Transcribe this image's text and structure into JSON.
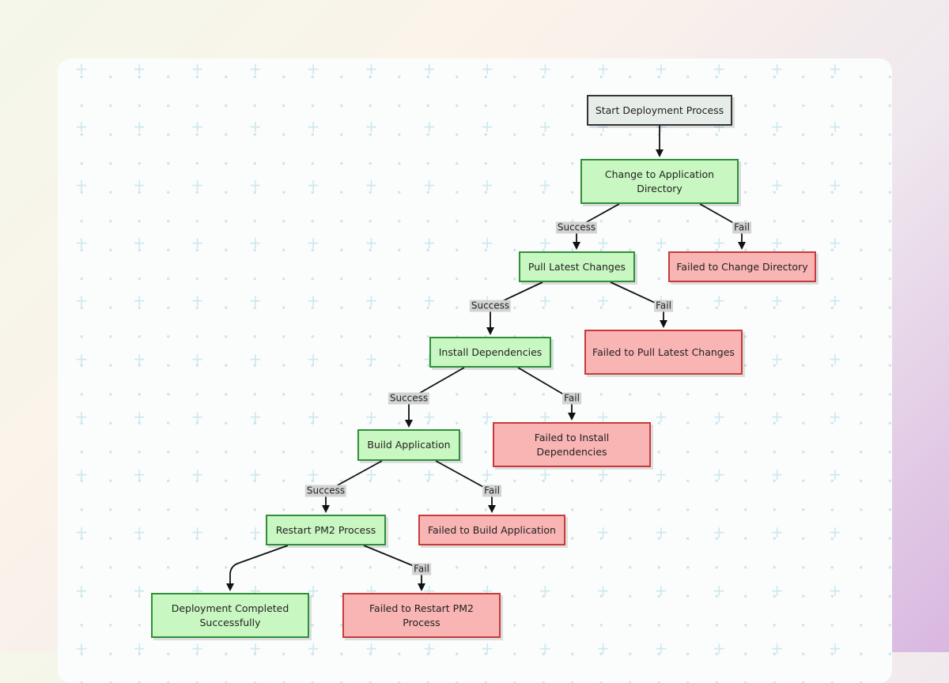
{
  "nodes": {
    "start": "Start Deployment Process",
    "change_dir": "Change to Application Directory",
    "pull": "Pull Latest Changes",
    "install": "Install Dependencies",
    "build": "Build Application",
    "restart": "Restart PM2 Process",
    "completed": "Deployment Completed Successfully",
    "fail_change_dir": "Failed to Change Directory",
    "fail_pull": "Failed to Pull Latest Changes",
    "fail_install": "Failed to Install Dependencies",
    "fail_build": "Failed to Build Application",
    "fail_restart": "Failed to Restart PM2 Process"
  },
  "edge_labels": {
    "success": "Success",
    "fail": "Fail"
  },
  "colors": {
    "start_fill": "#e6ece8",
    "success_fill": "#c9f7c1",
    "success_border": "#2f8f3a",
    "fail_fill": "#f9b4b4",
    "fail_border": "#c83a3a",
    "label_bg": "#d3d3d3"
  }
}
